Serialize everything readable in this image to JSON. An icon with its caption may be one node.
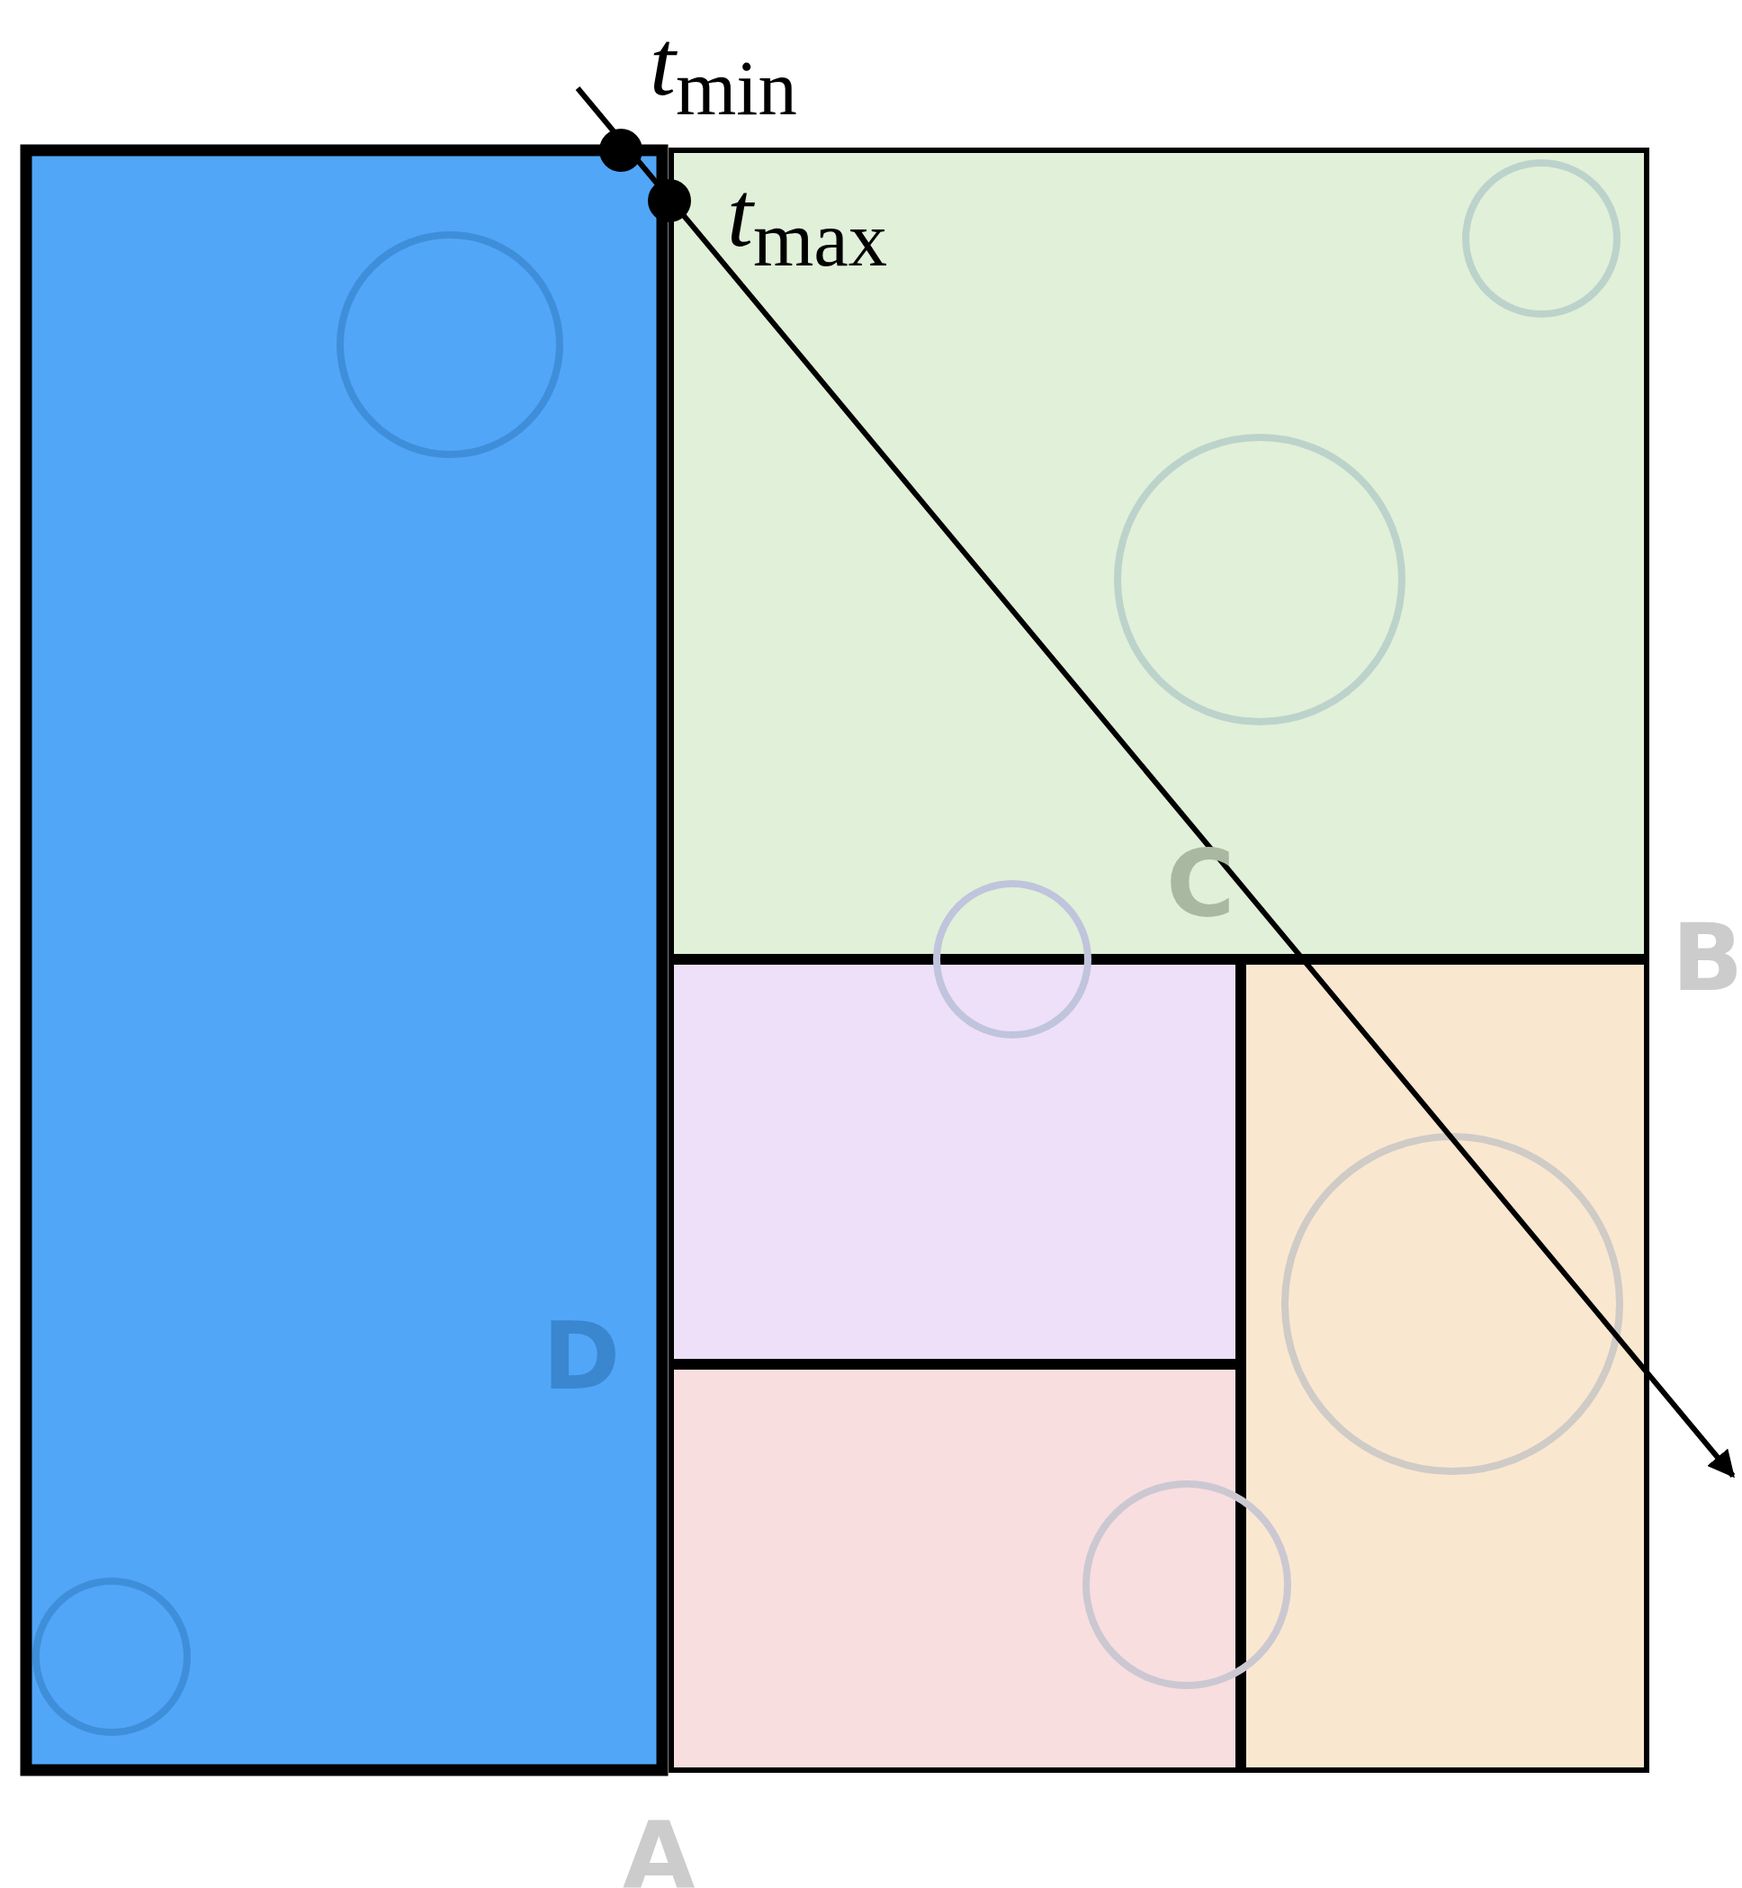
{
  "diagram": {
    "nodes": [
      {
        "text": [],
        "shape": "box"
      },
      {
        "text": [],
        "shape": "box"
      },
      {
        "text": [],
        "shape": "box"
      },
      {
        "text": [],
        "shape": "box"
      },
      {
        "text": [],
        "shape": "box"
      },
      {
        "text": [],
        "shape": "circle",
        "beside": [
          "*t*$_{min}$"
        ]
      },
      {
        "text": [],
        "shape": "circle",
        "beside": [
          "*t*$_{max}$"
        ]
      },
      {
        "text": [],
        "shape": "circle",
        "in": 0
      },
      {
        "text": [],
        "shape": "circle",
        "in": 0
      },
      {
        "text": [],
        "shape": "circle",
        "in": 1
      },
      {
        "text": [],
        "shape": "circle",
        "in": 1
      },
      {
        "text": [],
        "shape": "circle"
      },
      {
        "text": [],
        "shape": "circle",
        "in": 4
      },
      {
        "text": [],
        "shape": "circle"
      }
    ],
    "labels": [
      "C",
      "B",
      "D",
      "A"
    ]
  }
}
